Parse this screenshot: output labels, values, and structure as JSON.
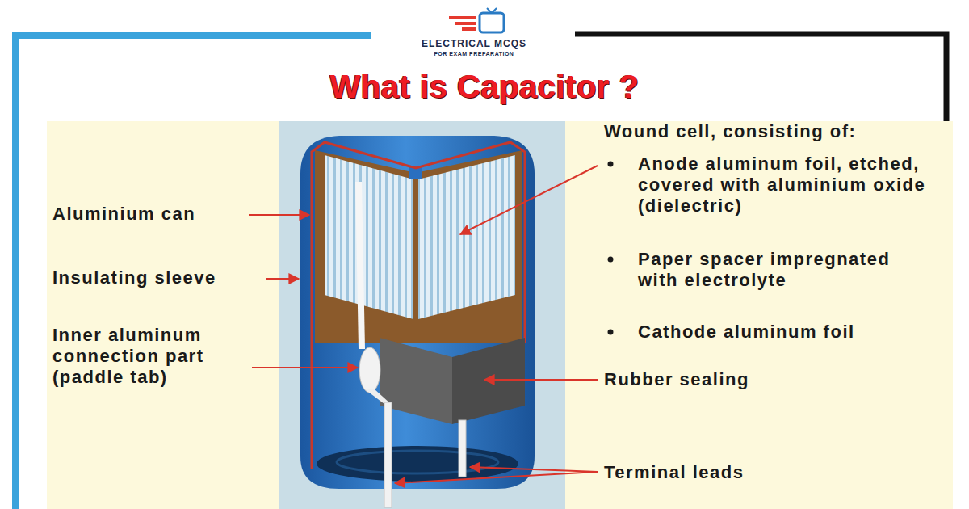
{
  "diagram": {
    "title": "What is Capacitor ?",
    "labels": [
      "ELECTRICAL MCQS",
      "FOR EXAM PREPARATION",
      "Aluminium can",
      "Insulating sleeve",
      "Inner aluminum connection part (paddle tab)",
      "Wound cell, consisting of:",
      "Anode aluminum foil, etched, covered with aluminium oxide (dielectric)",
      "Paper spacer impregnated with electrolyte",
      "Cathode aluminum foil",
      "Rubber sealing",
      "Terminal leads"
    ]
  }
}
